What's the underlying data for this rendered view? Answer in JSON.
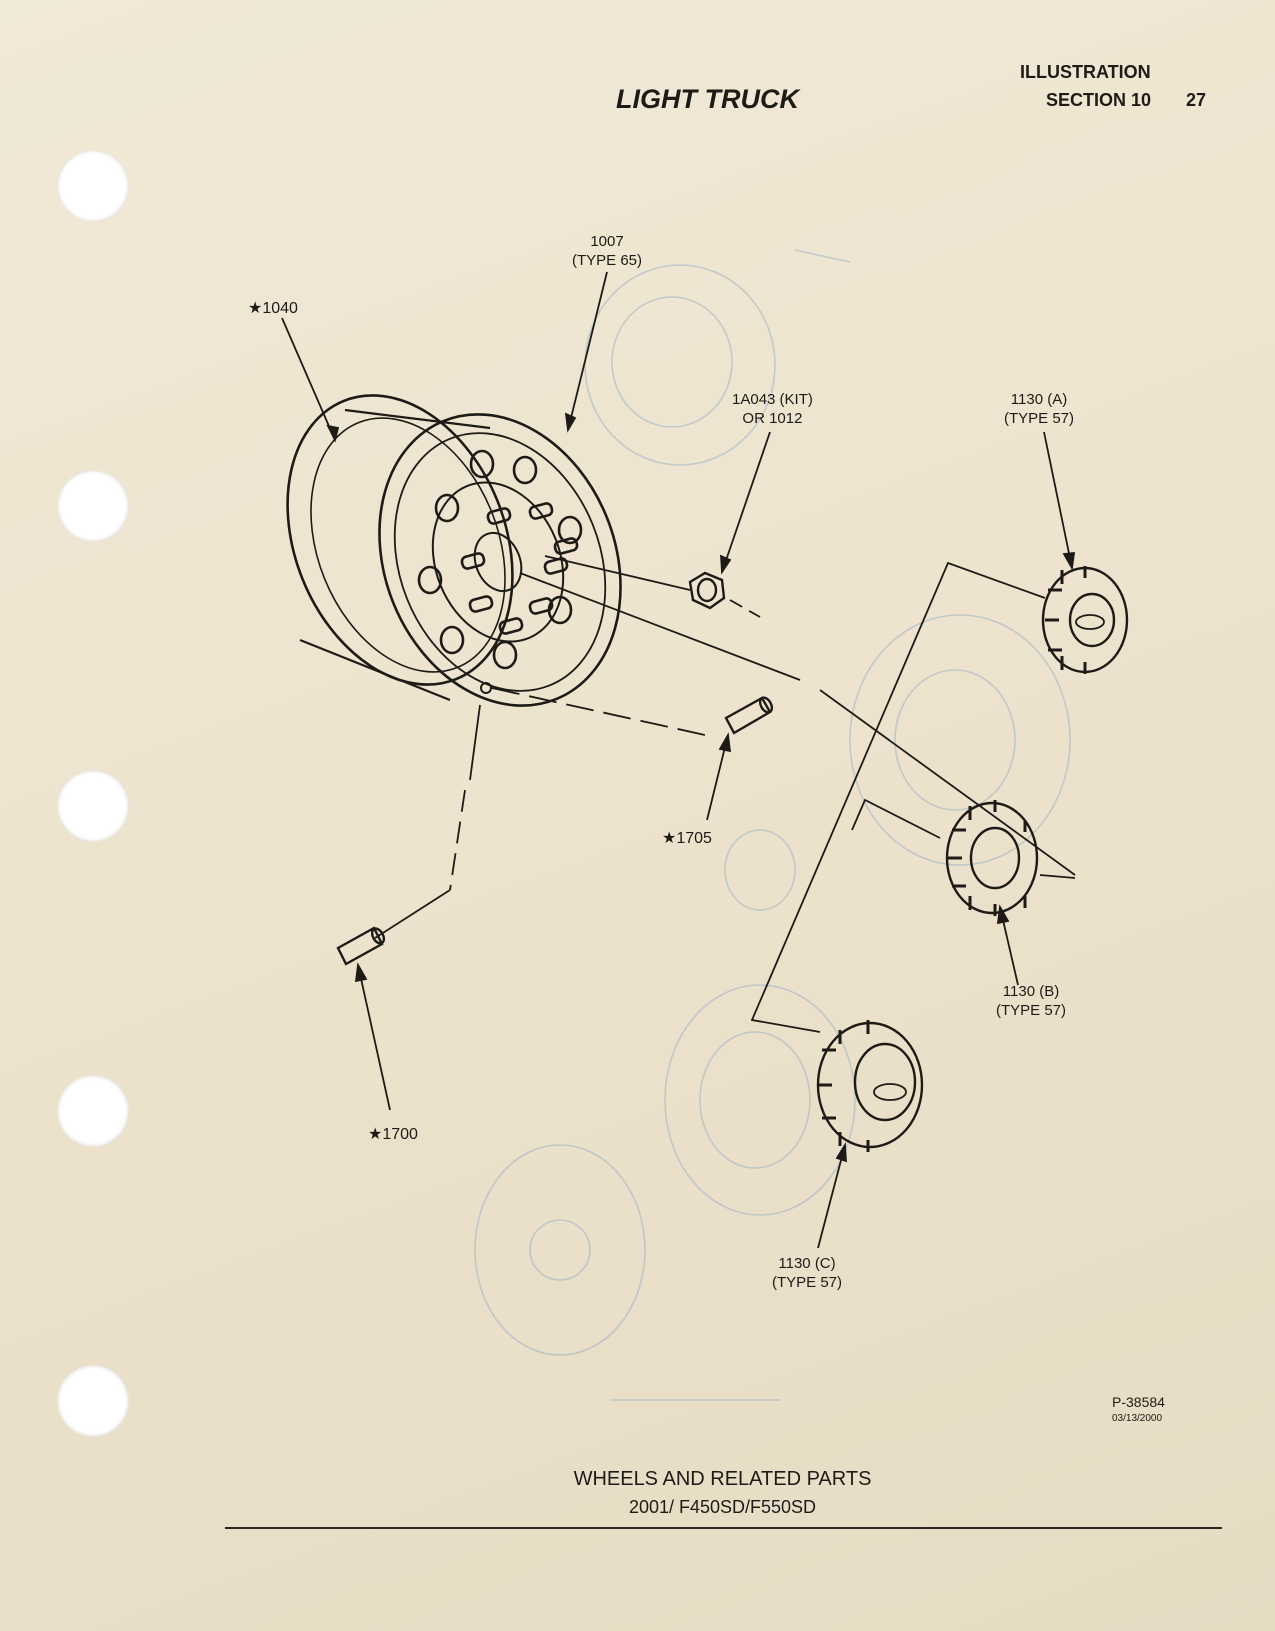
{
  "header": {
    "illustration": "ILLUSTRATION",
    "section": "SECTION 10",
    "page_number": "27",
    "title": "LIGHT TRUCK"
  },
  "callouts": {
    "wheel_1007": [
      "1007",
      "(TYPE 65)"
    ],
    "balance_weight": "★1040",
    "lug_nut": [
      "1A043 (KIT)",
      "OR 1012"
    ],
    "hub_cap_a": [
      "1130 (A)",
      "(TYPE 57)"
    ],
    "valve_1705": "★1705",
    "hub_cap_b": [
      "1130 (B)",
      "(TYPE 57)"
    ],
    "valve_1700": "★1700",
    "hub_cap_c": [
      "1130 (C)",
      "(TYPE 57)"
    ]
  },
  "drawing_number": "P-38584",
  "drawing_date": "03/13/2000",
  "footer": {
    "title": "WHEELS AND RELATED PARTS",
    "model": "2001/ F450SD/F550SD"
  },
  "colors": {
    "paper": "#efe6d2",
    "ink": "#1e1b16",
    "bleed_through": "#9fb3c4"
  },
  "icons": [
    "wheel-drawing",
    "lug-nut-drawing",
    "hub-cap-drawing",
    "valve-stem-drawing",
    "binder-hole"
  ]
}
